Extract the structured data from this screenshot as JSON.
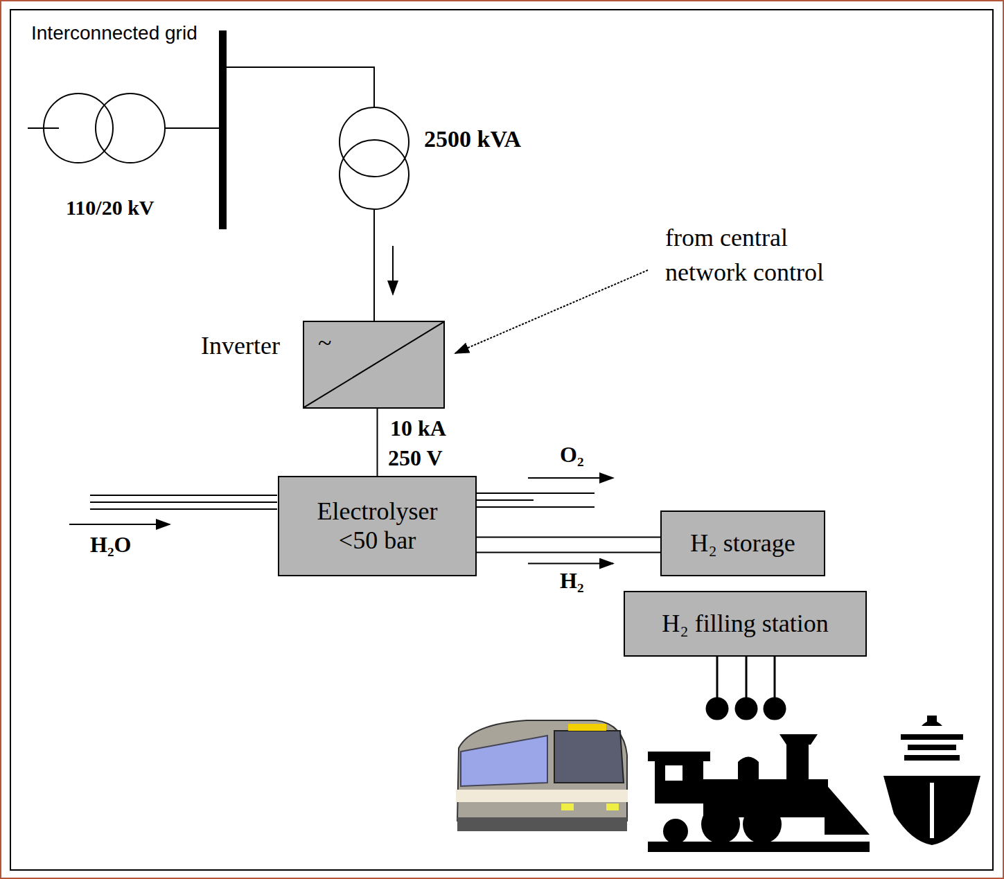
{
  "diagram": {
    "nodes": [
      {
        "text": [
          "Inverter",
          "~"
        ]
      },
      {
        "text": [
          "Electrolyser <50 bar"
        ]
      },
      {
        "text": [
          "H₂ storage"
        ]
      },
      {
        "text": [
          "H₂ filling station"
        ]
      }
    ],
    "edges": [
      {
        "from": 0,
        "to": 1,
        "arrow": "none"
      },
      {
        "from": 1,
        "to": 2,
        "arrow": "to",
        "label": "H₂"
      }
    ],
    "labels": [
      "Interconnected grid",
      "110/20 kV",
      "2500 kVA",
      "from central network control",
      "10 kA",
      "250 V",
      "O₂",
      "H₂O"
    ]
  }
}
